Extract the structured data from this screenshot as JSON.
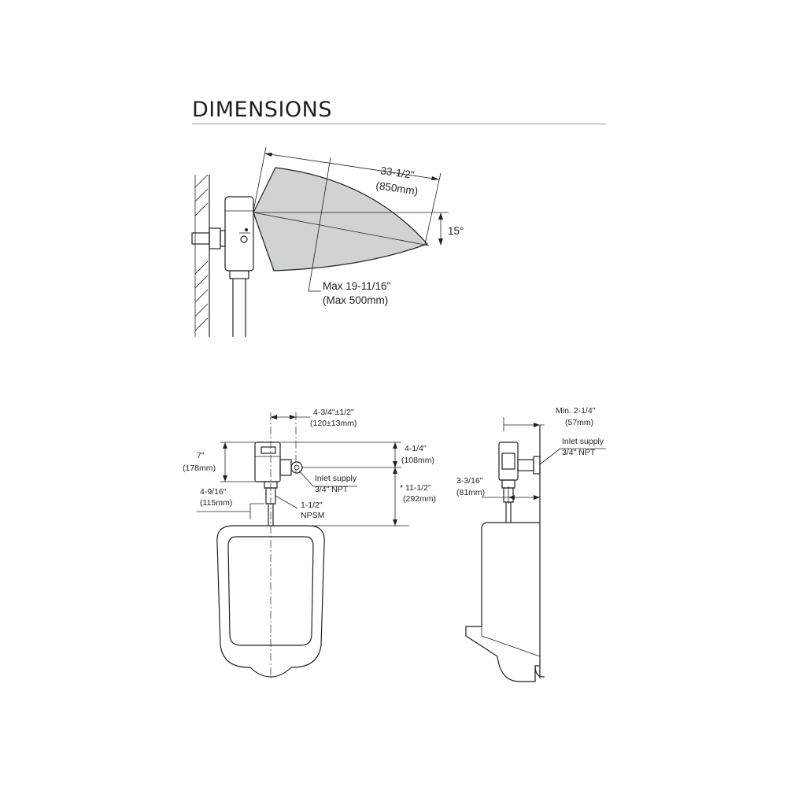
{
  "title": "DIMENSIONS",
  "colors": {
    "ink": "#231f20",
    "sensor_zone_fill": "#d1d2d4",
    "rule": "#999999"
  },
  "sensor_view": {
    "range_imperial": "33-1/2\"",
    "range_metric": "(850mm)",
    "angle": "15°",
    "max_distance_imperial": "Max 19-11/16\"",
    "max_distance_metric": "(Max 500mm)"
  },
  "front_view": {
    "offset_imperial": "4-3/4\"±1/2\"",
    "offset_metric": "(120±13mm)",
    "height_imperial": "7\"",
    "height_metric": "(178mm)",
    "depth_imperial": "4-9/16\"",
    "depth_metric": "(115mm)",
    "top_imperial": "4-1/4\"",
    "top_metric": "(108mm)",
    "inlet_label": "Inlet supply",
    "inlet_size": "3/4\" NPT",
    "spud_size": "1-1/2\"",
    "spud_type": "NPSM",
    "spud_height_imperial": "* 11-1/2\"",
    "spud_height_metric": "(292mm)"
  },
  "side_view": {
    "min_imperial": "Min. 2-1/4\"",
    "min_metric": "(57mm)",
    "inlet_label": "Inlet supply",
    "inlet_size": "3/4\" NPT",
    "offset_imperial": "3-3/16\"",
    "offset_metric": "(81mm)"
  }
}
